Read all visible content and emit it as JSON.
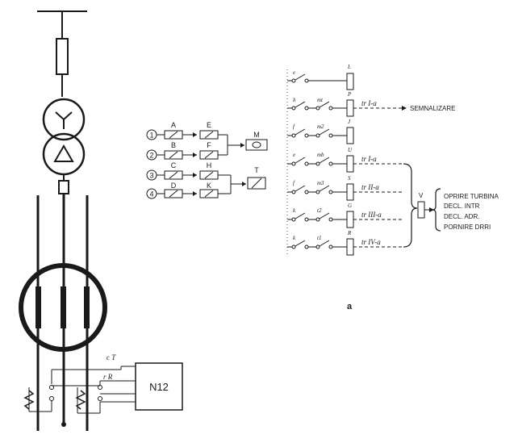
{
  "left_circuit": {
    "relay_label": "N12",
    "wire_labels": [
      "ϲ T",
      "r R"
    ]
  },
  "logic_block": {
    "inputs": [
      {
        "number": "1",
        "first": "A",
        "second": "E"
      },
      {
        "number": "2",
        "first": "B",
        "second": "F"
      },
      {
        "number": "3",
        "first": "C",
        "second": "H"
      },
      {
        "number": "4",
        "first": "D",
        "second": "K"
      }
    ],
    "output_top": "M",
    "output_bottom": "T"
  },
  "contact_panel": {
    "rows": [
      {
        "contact_a": "e",
        "contact_b": "",
        "relay": "L",
        "trip": ""
      },
      {
        "contact_a": "h",
        "contact_b": "mt",
        "relay": "P",
        "trip": "tr I-a"
      },
      {
        "contact_a": "f",
        "contact_b": "m2",
        "relay": "J",
        "trip": ""
      },
      {
        "contact_a": "e",
        "contact_b": "mb",
        "relay": "U",
        "trip": "tr I-a"
      },
      {
        "contact_a": "f",
        "contact_b": "m3",
        "relay": "S",
        "trip": "tr II-a"
      },
      {
        "contact_a": "k",
        "contact_b": "t2",
        "relay": "G",
        "trip": "tr III-a"
      },
      {
        "contact_a": "k",
        "contact_b": "t1",
        "relay": "R",
        "trip": "tr IV-a"
      }
    ],
    "signal_label": "SEMNALIZARE",
    "collector_label": "V",
    "actions": [
      "OPRIRE TURBINA",
      "DECL. INTR",
      "DECL. ADR.",
      "PORNIRE DRRI"
    ],
    "figure_label": "a"
  }
}
